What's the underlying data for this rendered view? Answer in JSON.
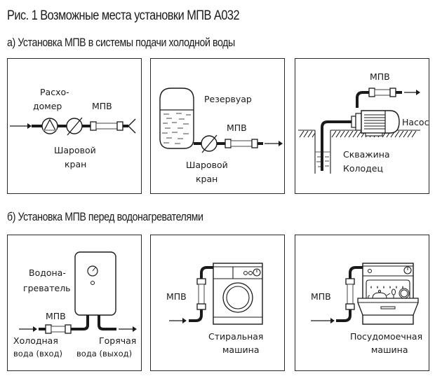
{
  "figure": {
    "title": "Рис. 1 Возможные места установки МПВ А032",
    "section_a": {
      "heading": "а) Установка МПВ в системы подачи холодной воды",
      "panels": [
        {
          "labels": {
            "flowmeter_line1": "Расхо-",
            "flowmeter_line2": "домер",
            "filter": "МПВ",
            "valve_line1": "Шаровой",
            "valve_line2": "кран"
          }
        },
        {
          "labels": {
            "tank": "Резервуар",
            "filter": "МПВ",
            "valve_line1": "Шаровой",
            "valve_line2": "кран"
          }
        },
        {
          "labels": {
            "filter": "МПВ",
            "pump": "Насос",
            "well_line1": "Скважина",
            "well_line2": "Колодец"
          }
        }
      ]
    },
    "section_b": {
      "heading": "б) Установка МПВ перед водонагревателями",
      "panels": [
        {
          "labels": {
            "heater_line1": "Водона-",
            "heater_line2": "греватель",
            "filter": "МПВ",
            "cold_line1": "Холодная",
            "cold_line2": "вода (вход)",
            "hot_line1": "Горячая",
            "hot_line2": "вода (выход)"
          }
        },
        {
          "labels": {
            "filter": "МПВ",
            "machine_line1": "Стиральная",
            "machine_line2": "машина"
          }
        },
        {
          "labels": {
            "filter": "МПВ",
            "machine_line1": "Посудомоечная",
            "machine_line2": "машина"
          }
        }
      ]
    }
  }
}
